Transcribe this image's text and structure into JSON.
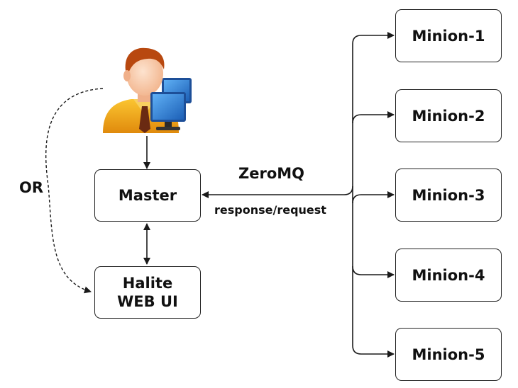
{
  "nodes": {
    "master": "Master",
    "halite_line1": "Halite",
    "halite_line2": "WEB UI",
    "minions": [
      "Minion-1",
      "Minion-2",
      "Minion-3",
      "Minion-4",
      "Minion-5"
    ]
  },
  "labels": {
    "protocol": "ZeroMQ",
    "mode": "response/request",
    "alternative": "OR"
  },
  "icons": {
    "user": "user-at-computer-icon"
  },
  "colors": {
    "line": "#1a1a1a",
    "box_border": "#222222",
    "shirt": "#f2a51c",
    "monitor": "#2e7fd6"
  }
}
